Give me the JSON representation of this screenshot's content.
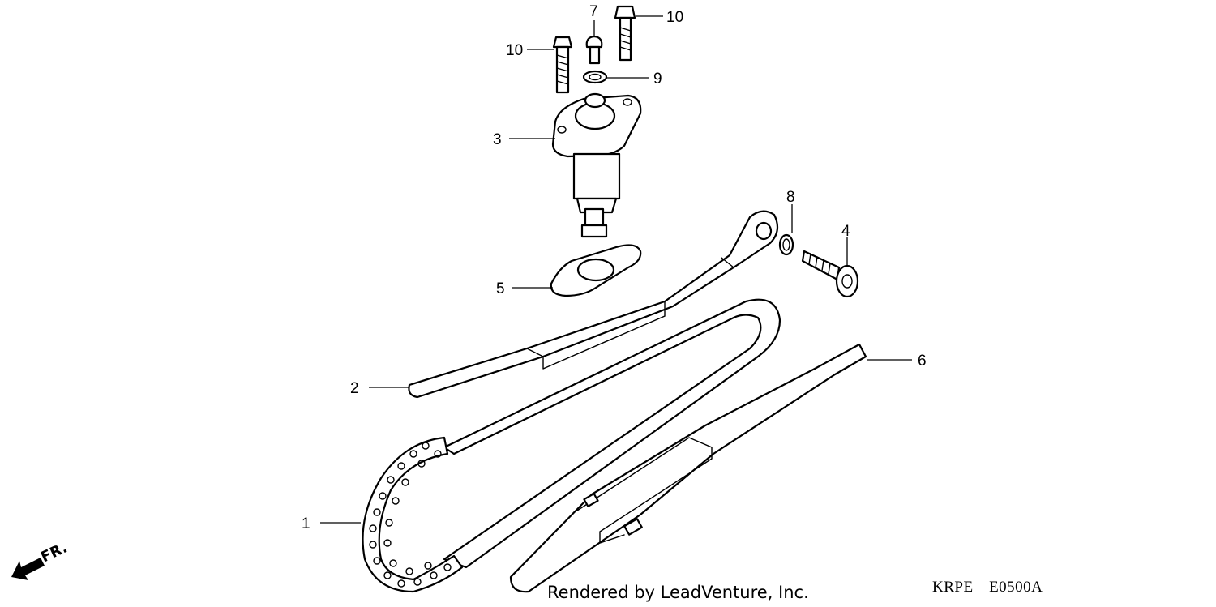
{
  "callouts": {
    "c1": "1",
    "c2": "2",
    "c3": "3",
    "c4": "4",
    "c5": "5",
    "c6": "6",
    "c7": "7",
    "c8": "8",
    "c9": "9",
    "c10a": "10",
    "c10b": "10"
  },
  "direction_label": "FR.",
  "credit": "Rendered by LeadVenture, Inc.",
  "diagram_code": "KRPE—E0500A"
}
